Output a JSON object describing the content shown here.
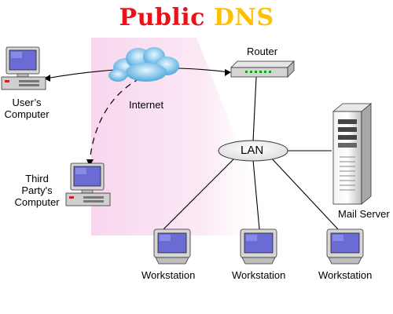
{
  "title": {
    "word1": "Public",
    "word2": "DNS"
  },
  "labels": {
    "router": "Router",
    "internet": "Internet",
    "users_computer": "User's Computer",
    "third_party_line1": "Third",
    "third_party_line2": "Party's",
    "third_party_line3": "Computer",
    "lan": "LAN",
    "mail_server": "Mail Server",
    "workstation": "Workstation"
  },
  "users_computer_line1": "User’s",
  "users_computer_line2": "Computer",
  "colors": {
    "title_word1": "#e8121a",
    "title_word2": "#ffc000",
    "backdrop": "#fbe3f3",
    "cloud": "#7ec8ea",
    "screen": "#6b6bd6"
  }
}
